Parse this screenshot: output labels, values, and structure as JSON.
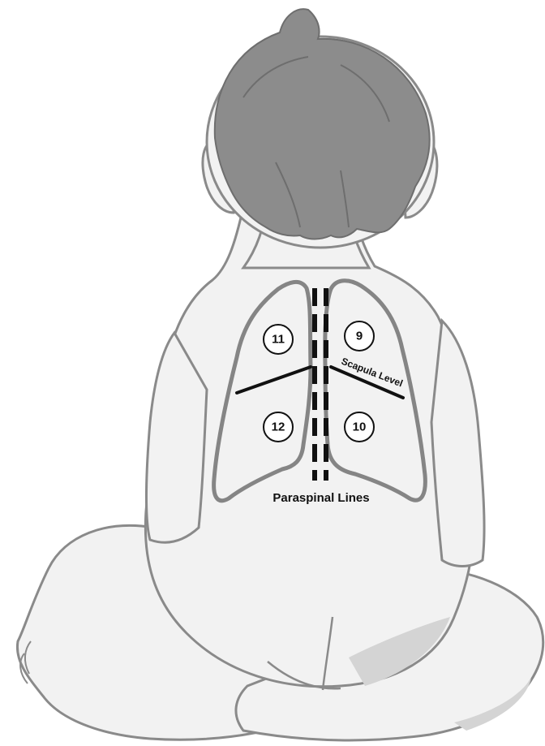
{
  "zones": [
    {
      "id": "11",
      "label": "11"
    },
    {
      "id": "9",
      "label": "9"
    },
    {
      "id": "12",
      "label": "12"
    },
    {
      "id": "10",
      "label": "10"
    }
  ],
  "labels": {
    "scapula": "Scapula Level",
    "paraspinal": "Paraspinal Lines"
  },
  "colors": {
    "skin": "#f2f2f2",
    "skin_outline": "#8a8a8a",
    "skin_shade": "#d4d4d4",
    "hair": "#8c8c8c",
    "hair_dark": "#6e6e6e",
    "lung_outline": "#858585",
    "ink": "#111111"
  }
}
